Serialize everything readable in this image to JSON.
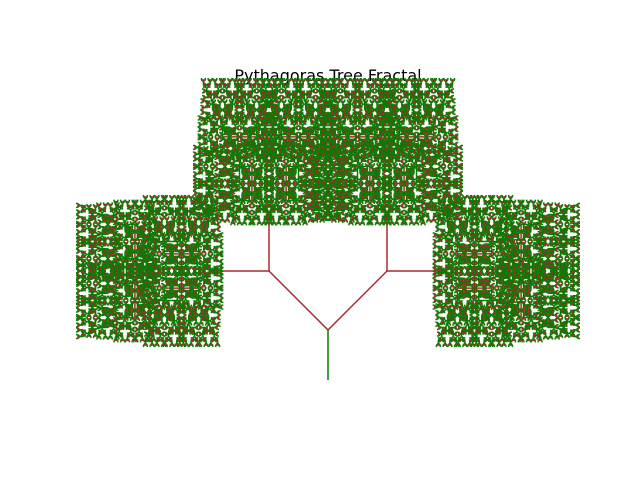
{
  "figure": {
    "title": "Pythagoras Tree Fractal"
  },
  "fractal": {
    "type": "pythagoras-tree",
    "branch_angle_deg": 45,
    "depth": 10,
    "colors": {
      "vertical_segment": "#008000",
      "left_branch": "#a52a2a",
      "right_branch": "#008000",
      "background": "#ffffff"
    },
    "axes_visible": false
  }
}
